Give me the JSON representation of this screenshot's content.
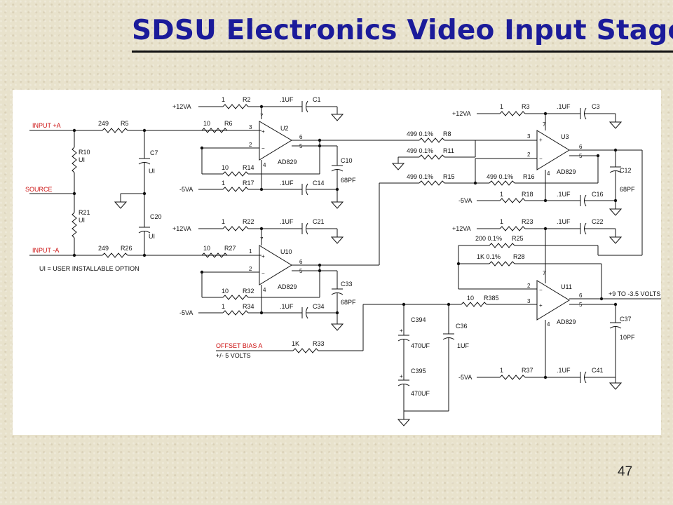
{
  "title": "SDSU Electronics Video Input Stage",
  "page_number": "47",
  "schematic": {
    "net_labels": {
      "input_pos": "INPUT +A",
      "source": "SOURCE",
      "input_neg": "INPUT -A",
      "offset_bias": "OFFSET BIAS A",
      "offset_range": "+/- 5 VOLTS",
      "output": "+9 TO -3.5 VOLTS",
      "note": "UI = USER INSTALLABLE OPTION"
    },
    "rails": {
      "pos": "+12VA",
      "neg": "-5VA"
    },
    "opamps": [
      {
        "ref": "U2",
        "part": "AD829"
      },
      {
        "ref": "U10",
        "part": "AD829"
      },
      {
        "ref": "U3",
        "part": "AD829"
      },
      {
        "ref": "U11",
        "part": "AD829"
      }
    ],
    "components": {
      "R2": {
        "ref": "R2",
        "value": "1"
      },
      "C1": {
        "ref": "C1",
        "value": ".1UF"
      },
      "R5": {
        "ref": "R5",
        "value": "249"
      },
      "R6": {
        "ref": "R6",
        "value": "10"
      },
      "R10": {
        "ref": "R10",
        "value": "UI"
      },
      "C7": {
        "ref": "C7",
        "value": "UI"
      },
      "R14": {
        "ref": "R14",
        "value": "10"
      },
      "C10": {
        "ref": "C10",
        "value": "68PF"
      },
      "R17": {
        "ref": "R17",
        "value": "1"
      },
      "C14": {
        "ref": "C14",
        "value": ".1UF"
      },
      "R21": {
        "ref": "R21",
        "value": "UI"
      },
      "C20": {
        "ref": "C20",
        "value": "UI"
      },
      "R22": {
        "ref": "R22",
        "value": "1"
      },
      "C21": {
        "ref": "C21",
        "value": ".1UF"
      },
      "R26": {
        "ref": "R26",
        "value": "249"
      },
      "R27": {
        "ref": "R27",
        "value": "10"
      },
      "R32": {
        "ref": "R32",
        "value": "10"
      },
      "C33": {
        "ref": "C33",
        "value": "68PF"
      },
      "R34": {
        "ref": "R34",
        "value": "1"
      },
      "C34": {
        "ref": "C34",
        "value": ".1UF"
      },
      "R33": {
        "ref": "R33",
        "value": "1K"
      },
      "R3": {
        "ref": "R3",
        "value": "1"
      },
      "C3": {
        "ref": "C3",
        "value": ".1UF"
      },
      "R8": {
        "ref": "R8",
        "value": "499 0.1%"
      },
      "R11": {
        "ref": "R11",
        "value": "499 0.1%"
      },
      "R15": {
        "ref": "R15",
        "value": "499 0.1%"
      },
      "R16": {
        "ref": "R16",
        "value": "499 0.1%"
      },
      "C12": {
        "ref": "C12",
        "value": "68PF"
      },
      "R18": {
        "ref": "R18",
        "value": "1"
      },
      "C16": {
        "ref": "C16",
        "value": ".1UF"
      },
      "R23": {
        "ref": "R23",
        "value": "1"
      },
      "C22": {
        "ref": "C22",
        "value": ".1UF"
      },
      "R25": {
        "ref": "R25",
        "value": "200 0.1%"
      },
      "R28": {
        "ref": "R28",
        "value": "1K 0.1%"
      },
      "R385": {
        "ref": "R385",
        "value": "10"
      },
      "C394": {
        "ref": "C394",
        "value": "470UF"
      },
      "C395": {
        "ref": "C395",
        "value": "470UF"
      },
      "C36": {
        "ref": "C36",
        "value": "1UF"
      },
      "C37": {
        "ref": "C37",
        "value": "10PF"
      },
      "R37": {
        "ref": "R37",
        "value": "1"
      },
      "C41": {
        "ref": "C41",
        "value": ".1UF"
      }
    }
  }
}
